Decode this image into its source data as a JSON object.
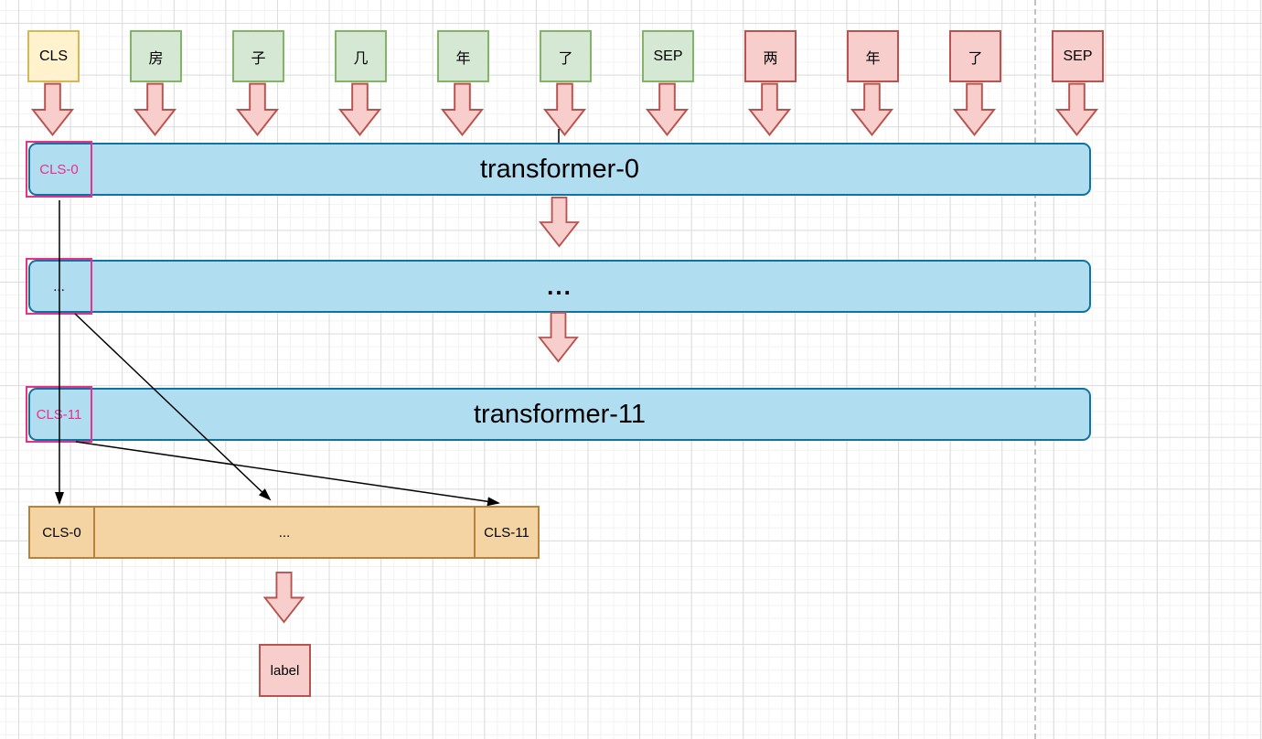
{
  "diagram": {
    "tokens": [
      {
        "label": "CLS",
        "color": "yellow"
      },
      {
        "label": "房",
        "color": "green"
      },
      {
        "label": "子",
        "color": "green"
      },
      {
        "label": "几",
        "color": "green"
      },
      {
        "label": "年",
        "color": "green"
      },
      {
        "label": "了",
        "color": "green"
      },
      {
        "label": "SEP",
        "color": "green"
      },
      {
        "label": "两",
        "color": "red"
      },
      {
        "label": "年",
        "color": "red"
      },
      {
        "label": "了",
        "color": "red"
      },
      {
        "label": "SEP",
        "color": "red"
      }
    ],
    "layers": [
      {
        "title": "transformer-0",
        "cls_box": "CLS-0"
      },
      {
        "title": "...",
        "cls_box": "..."
      },
      {
        "title": "transformer-11",
        "cls_box": "CLS-11"
      }
    ],
    "concat_box": {
      "segments": [
        "CLS-0",
        "...",
        "CLS-11"
      ]
    },
    "label_box": "label",
    "colors": {
      "token_yellow_fill": "#fff2cc",
      "token_yellow_stroke": "#d6b656",
      "token_green_fill": "#d5e8d4",
      "token_green_stroke": "#82b366",
      "token_red_fill": "#f8cecc",
      "token_red_stroke": "#b85450",
      "transformer_fill": "#b1ddf0",
      "transformer_stroke": "#10739e",
      "cls_overlay_stroke": "#e8308e",
      "concat_fill": "#f3d4a2",
      "concat_stroke": "#b9823c",
      "block_arrow_fill": "#f8cecc",
      "block_arrow_stroke": "#b85450",
      "connector_color": "#000000",
      "guide_line_color": "#c2c2c2"
    }
  }
}
